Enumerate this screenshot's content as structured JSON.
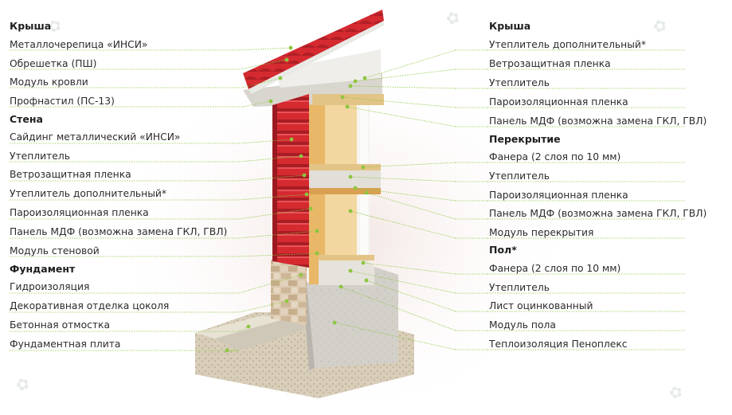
{
  "left": {
    "roof": {
      "heading": "Крыша",
      "items": [
        "Металлочерепица «ИНСИ»",
        "Обрешетка (ПШ)",
        "Модуль кровли",
        "Профнастил (ПС-13)"
      ]
    },
    "wall": {
      "heading": "Стена",
      "items": [
        "Сайдинг металлический «ИНСИ»",
        "Утеплитель",
        "Ветрозащитная пленка",
        "Утеплитель дополнительный*",
        "Пароизоляционная пленка",
        "Панель МДФ (возможна замена ГКЛ, ГВЛ)",
        "Модуль стеновой"
      ]
    },
    "foundation": {
      "heading": "Фундамент",
      "items": [
        "Гидроизоляция",
        "Декоративная отделка цоколя",
        "Бетонная отмостка",
        "Фундаментная плита"
      ]
    }
  },
  "right": {
    "roof": {
      "heading": "Крыша",
      "items": [
        "Утеплитель дополнительный*",
        "Ветрозащитная пленка",
        "Утеплитель",
        "Пароизоляционная пленка",
        "Панель МДФ (возможна замена ГКЛ, ГВЛ)"
      ]
    },
    "floor_slab": {
      "heading": "Перекрытие",
      "items": [
        "Фанера (2 слоя по 10 мм)",
        "Утеплитель",
        "Пароизоляционная пленка",
        "Панель МДФ (возможна замена ГКЛ, ГВЛ)",
        "Модуль перекрытия"
      ]
    },
    "floor": {
      "heading": "Пол*",
      "items": [
        "Фанера (2 слоя по 10 мм)",
        "Утеплитель",
        "Лист оцинкованный",
        "Модуль пола",
        "Теплоизоляция Пеноплекс"
      ]
    }
  },
  "colors": {
    "siding": "#d42a30",
    "leader": "#8dc63f",
    "wood": "#e8b868",
    "concrete": "#cfccc6"
  }
}
